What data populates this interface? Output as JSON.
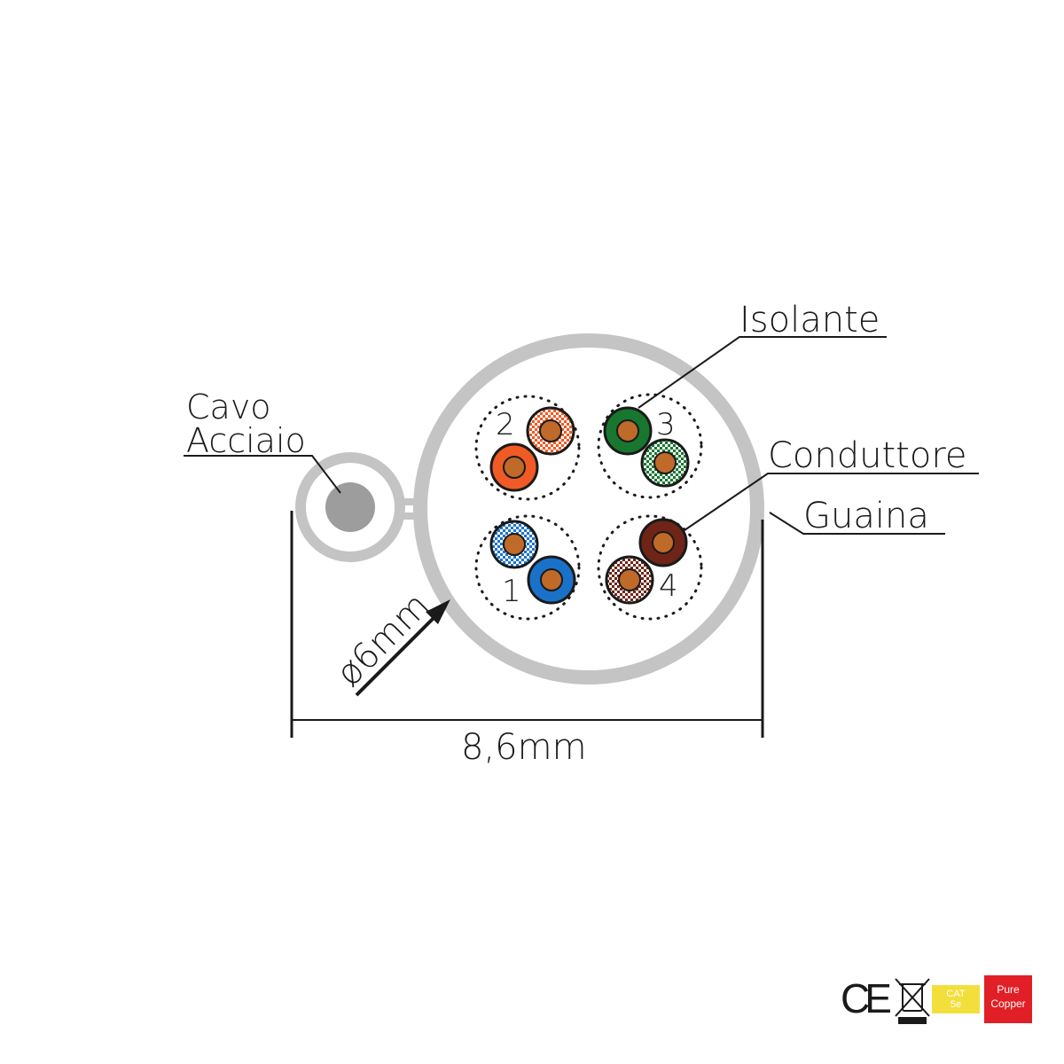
{
  "labels": {
    "cavo_acciaio_1": "Cavo",
    "cavo_acciaio_2": "Acciaio",
    "isolante": "Isolante",
    "conduttore": "Conduttore",
    "guaina": "Guaina",
    "inner_diameter": "ø6mm",
    "width": "8,6mm"
  },
  "pairs": [
    {
      "number": "1",
      "color": "#1a72c8",
      "name": "blue"
    },
    {
      "number": "2",
      "color": "#f05a24",
      "name": "orange"
    },
    {
      "number": "3",
      "color": "#17772e",
      "name": "green"
    },
    {
      "number": "4",
      "color": "#6e2517",
      "name": "brown"
    }
  ],
  "colors": {
    "sheath": "#c4c4c4",
    "steel_core": "#9d9d9d",
    "conductor": "#c06a2a"
  },
  "certifications": {
    "ce": "CE",
    "cat_1": "CAT",
    "cat_2": "5e",
    "pure_1": "Pure",
    "pure_2": "Copper"
  }
}
